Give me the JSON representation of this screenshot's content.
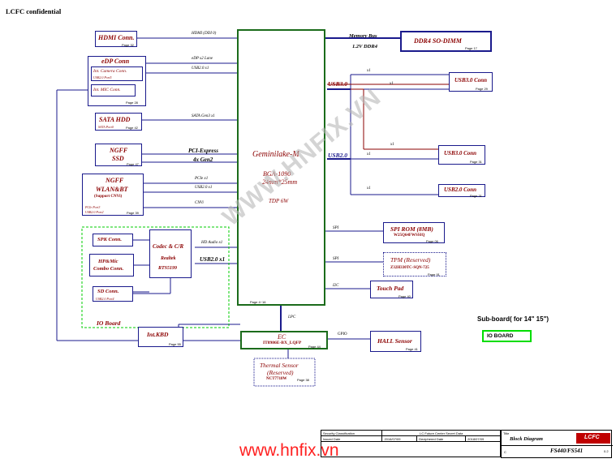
{
  "header": {
    "confidential": "LCFC confidential"
  },
  "cpu": {
    "name": "Geminilake-M",
    "pkg": "BGA-1090",
    "size": "24mm*25mm",
    "tdp": "TDP 6W",
    "page": "Page 4~16"
  },
  "hdmi": {
    "title": "HDMI Conn.",
    "page": "Page 32",
    "bus": "HDMI (DDI 0)"
  },
  "edp": {
    "title": "eDP Conn",
    "camera": "Int. Camera Conn.",
    "camera_sub": "USB2.0 Port5",
    "mic": "Int. MIC Conn.",
    "page": "Page 28",
    "bus1": "eDP x2 Lane",
    "bus2": "USB2.0 x1"
  },
  "sata": {
    "title": "SATA HDD",
    "sub": "SATA Port0",
    "page": "Page 42",
    "bus": "SATA Gen3 x1"
  },
  "ssd": {
    "title1": "NGFF",
    "title2": "SSD",
    "page": "Page 47",
    "bus1": "PCI-Express",
    "bus2": "4x Gen2"
  },
  "wlan": {
    "title1": "NGFF",
    "title2": "WLAN&BT",
    "sub": "(Support CNVi)",
    "port1": "PCIe Port3",
    "port2": "USB2.0 Port2",
    "page": "Page 39",
    "bus1": "PCIe x1",
    "bus2": "USB2.0 x1",
    "bus3": "CNVi"
  },
  "io": {
    "spk": "SPK Conn.",
    "hp1": "HP&Mic",
    "hp2": "Combo Conn.",
    "sd": "SD Conn.",
    "sd_sub": "USB2.0 Port4",
    "codec1": "Codec & C/R",
    "codec2": "Realtek",
    "codec3": "RTS5199",
    "label": "IO Board",
    "bus1": "HD Audio x1",
    "bus2": "USB2.0 x1"
  },
  "ddr": {
    "title": "DDR4 SO-DIMM",
    "page": "Page 17",
    "bus1": "Memory Bus",
    "bus2": "1.2V DDR4"
  },
  "usb3": {
    "bus": "USB3.0",
    "x1a": "x1",
    "x1b": "x1",
    "x1c": "x1",
    "conn1": "USB3.0 Conn",
    "conn1_page": "Page 29",
    "conn2": "USB3.0 Conn",
    "conn2_page": "Page 31"
  },
  "usb2": {
    "bus": "USB2.0",
    "x1a": "x1",
    "x1b": "x1",
    "conn": "USB2.0 Conn",
    "conn_page": "Page 31"
  },
  "spirom": {
    "title": "SPI ROM (8MB)",
    "sub": "W25Q64FWSSIQ",
    "page": "Page 06",
    "bus": "SPI"
  },
  "tpm": {
    "title": "TPM  (Reserved)",
    "sub": "Z32H330TC-SQN-725",
    "page": "Page 91",
    "bus": "SPI"
  },
  "touchpad": {
    "title": "Touch Pad",
    "page": "Page 40",
    "bus": "I2C"
  },
  "ec": {
    "title": "EC",
    "sub": "IT8986E-BX_LQFP",
    "page": "Page 44",
    "bus": "LPC",
    "gpio": "GPIO"
  },
  "hall": {
    "title": "HALL Sensor",
    "page": "Page 41"
  },
  "kbd": {
    "title": "Int.KBD",
    "page": "Page 55"
  },
  "thermal": {
    "title1": "Thermal Sensor",
    "title2": "(Reserved)",
    "sub": "NCT7718W",
    "page": "Page 38"
  },
  "subboard": {
    "title": "Sub-board( for 14\"  15\")",
    "item": "IO BOARD"
  },
  "watermark": {
    "diag": "WWW.HNFIX.VN",
    "bottom": "www.hnfix.vn"
  },
  "titleblock": {
    "sec": "Security Classification",
    "secret": "LC Future Center Secret Data",
    "title_lbl": "Title",
    "issued": "Issued Date",
    "issued_val": "2016/07/09",
    "deciphered": "Deciphered Date",
    "deciphered_val": "2018/07/09",
    "doc_title": "Block Diagram",
    "model": "FS440/FS541",
    "rev": "0.2",
    "size": "C",
    "logo": "LCFC"
  }
}
